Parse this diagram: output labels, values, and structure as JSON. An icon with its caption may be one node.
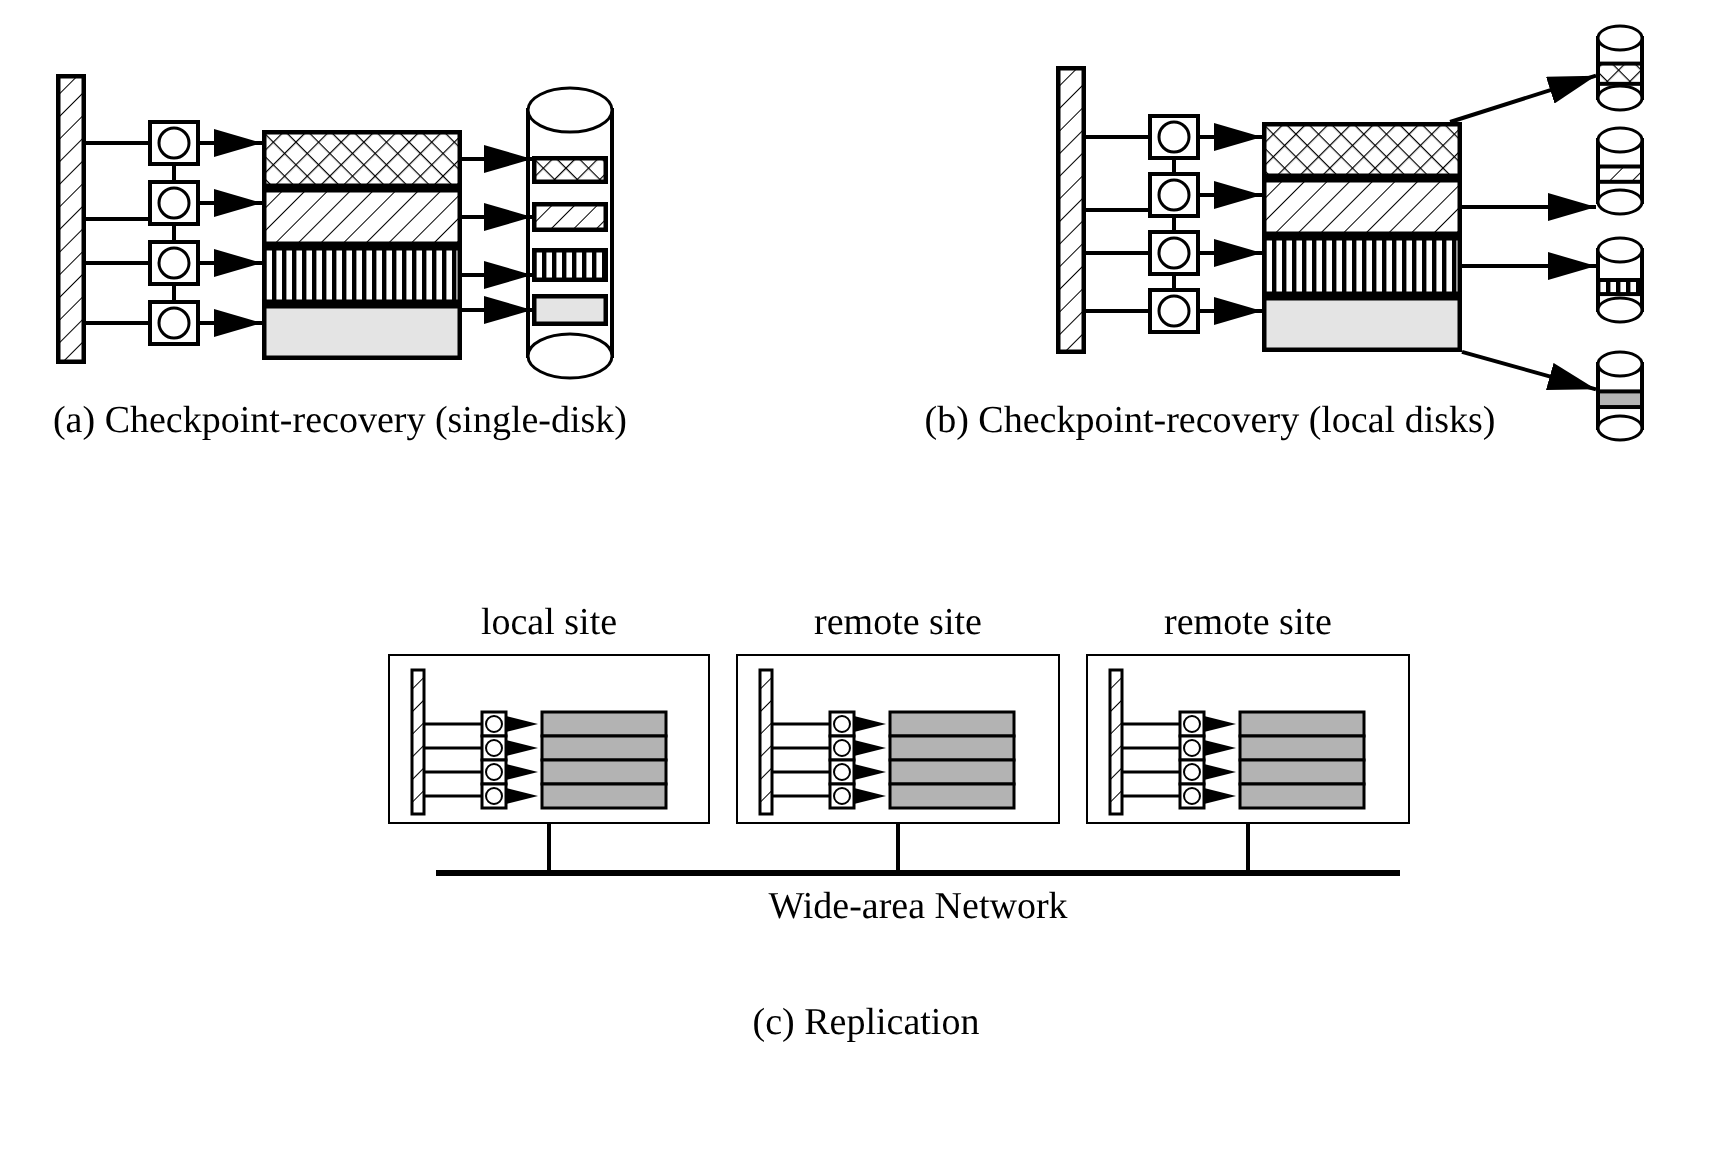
{
  "diagram": {
    "nodes": [
      {
        "text": [],
        "shape": "bar"
      },
      {
        "text": [],
        "shape": "box"
      },
      {
        "text": [],
        "shape": "box"
      },
      {
        "text": [],
        "shape": "box"
      },
      {
        "text": [],
        "shape": "box"
      },
      {
        "text": [],
        "shape": "bar"
      },
      {
        "text": [],
        "shape": "bar"
      },
      {
        "text": [],
        "shape": "bar"
      },
      {
        "text": [],
        "shape": "bar"
      },
      {
        "text": [],
        "shape": "cylinder"
      },
      {
        "text": [],
        "shape": "bar",
        "in": 9
      },
      {
        "text": [],
        "shape": "bar",
        "in": 9
      },
      {
        "text": [],
        "shape": "bar",
        "in": 9
      },
      {
        "text": [],
        "shape": "bar",
        "in": 9
      },
      {
        "text": [],
        "shape": "bar"
      },
      {
        "text": [],
        "shape": "box"
      },
      {
        "text": [],
        "shape": "box"
      },
      {
        "text": [],
        "shape": "box"
      },
      {
        "text": [],
        "shape": "box"
      },
      {
        "text": [],
        "shape": "bar"
      },
      {
        "text": [],
        "shape": "bar"
      },
      {
        "text": [],
        "shape": "bar"
      },
      {
        "text": [],
        "shape": "bar"
      },
      {
        "text": [],
        "shape": "cylinder"
      },
      {
        "text": [],
        "shape": "cylinder"
      },
      {
        "text": [],
        "shape": "cylinder"
      },
      {
        "text": [],
        "shape": "cylinder"
      },
      {
        "text": [
          "local site"
        ]
      },
      {
        "text": [
          "remote site"
        ]
      },
      {
        "text": [
          "remote site"
        ]
      },
      {
        "text": [],
        "shape": "bar",
        "beside": [
          "Wide-area Network"
        ]
      }
    ],
    "edges": [
      {
        "from": 0,
        "to": 1,
        "arrow": "none"
      },
      {
        "from": 0,
        "to": 2,
        "arrow": "none"
      },
      {
        "from": 0,
        "to": 3,
        "arrow": "none"
      },
      {
        "from": 0,
        "to": 4,
        "arrow": "none"
      },
      {
        "from": 1,
        "to": 2,
        "arrow": "none"
      },
      {
        "from": 2,
        "to": 3,
        "arrow": "none"
      },
      {
        "from": 3,
        "to": 4,
        "arrow": "none"
      },
      {
        "from": 1,
        "to": 5,
        "arrow": "to"
      },
      {
        "from": 2,
        "to": 6,
        "arrow": "to"
      },
      {
        "from": 3,
        "to": 7,
        "arrow": "to"
      },
      {
        "from": 4,
        "to": 8,
        "arrow": "to"
      },
      {
        "from": 5,
        "to": 10,
        "arrow": "to"
      },
      {
        "from": 6,
        "to": 11,
        "arrow": "to"
      },
      {
        "from": 7,
        "to": 12,
        "arrow": "to"
      },
      {
        "from": 8,
        "to": 13,
        "arrow": "to"
      },
      {
        "from": 14,
        "to": 15,
        "arrow": "none"
      },
      {
        "from": 14,
        "to": 16,
        "arrow": "none"
      },
      {
        "from": 14,
        "to": 17,
        "arrow": "none"
      },
      {
        "from": 14,
        "to": 18,
        "arrow": "none"
      },
      {
        "from": 15,
        "to": 16,
        "arrow": "none"
      },
      {
        "from": 16,
        "to": 17,
        "arrow": "none"
      },
      {
        "from": 17,
        "to": 18,
        "arrow": "none"
      },
      {
        "from": 15,
        "to": 19,
        "arrow": "to"
      },
      {
        "from": 16,
        "to": 20,
        "arrow": "to"
      },
      {
        "from": 17,
        "to": 21,
        "arrow": "to"
      },
      {
        "from": 18,
        "to": 22,
        "arrow": "to"
      },
      {
        "from": 19,
        "to": 23,
        "arrow": "to"
      },
      {
        "from": 20,
        "to": 24,
        "arrow": "to"
      },
      {
        "from": 21,
        "to": 25,
        "arrow": "to"
      },
      {
        "from": 22,
        "to": 26,
        "arrow": "to"
      },
      {
        "from": 27,
        "to": 30,
        "arrow": "none"
      },
      {
        "from": 28,
        "to": 30,
        "arrow": "none"
      },
      {
        "from": 29,
        "to": 30,
        "arrow": "none"
      }
    ],
    "labels": [
      "(a) Checkpoint-recovery (single-disk)",
      "(b) Checkpoint-recovery (local disks)",
      "(c) Replication"
    ]
  }
}
